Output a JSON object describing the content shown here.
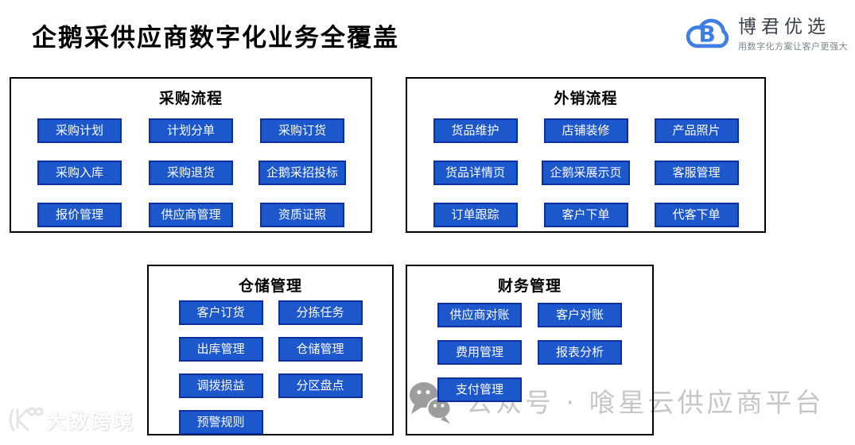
{
  "header": {
    "title": "企鹅采供应商数字化业务全覆盖"
  },
  "logo": {
    "name": "博君优选",
    "tagline": "用数字化方案让客户更强大",
    "icon": "cloud-b-icon",
    "brand_color": "#3f7ee3"
  },
  "colors": {
    "module_fill": "#1d57cc",
    "module_border": "#0e2f9e",
    "module_text": "#ffffff",
    "panel_border": "#000000",
    "watermark_gray": "#c6c6c6"
  },
  "panels": {
    "procurement": {
      "title": "采购流程",
      "buttons": [
        "采购计划",
        "计划分单",
        "采购订货",
        "采购入库",
        "采购退货",
        "企鹅采招投标",
        "报价管理",
        "供应商管理",
        "资质证照"
      ]
    },
    "export": {
      "title": "外销流程",
      "buttons": [
        "货品维护",
        "店铺装修",
        "产品照片",
        "货品详情页",
        "企鹅采展示页",
        "客服管理",
        "订单跟踪",
        "客户下单",
        "代客下单"
      ]
    },
    "warehouse": {
      "title": "仓储管理",
      "buttons": [
        "客户订货",
        "分拣任务",
        "出库管理",
        "仓储管理",
        "调拨损益",
        "分区盘点",
        "预警规则"
      ]
    },
    "finance": {
      "title": "财务管理",
      "buttons": [
        "供应商对账",
        "客户对账",
        "费用管理",
        "报表分析",
        "支付管理"
      ]
    }
  },
  "watermarks": {
    "wechat_text": "公众号 · 喰星云供应商平台",
    "wechat_icon": "wechat-icon",
    "bottom_left_text": "大数跨境",
    "bottom_left_icon": "k100-logo-icon"
  }
}
